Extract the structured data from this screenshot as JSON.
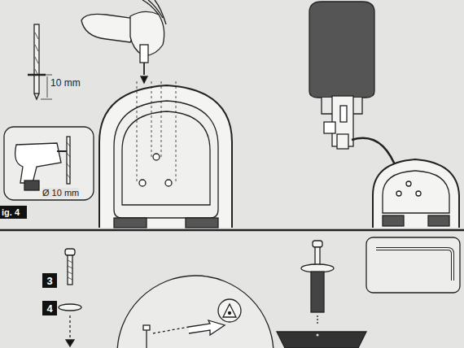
{
  "diagram": {
    "nodes": [
      {
        "text": [
          "3"
        ]
      },
      {
        "text": [
          "4"
        ]
      }
    ],
    "edges": [],
    "labels": [
      "10 mm",
      "Ø 10 mm",
      "ig. 4"
    ]
  }
}
